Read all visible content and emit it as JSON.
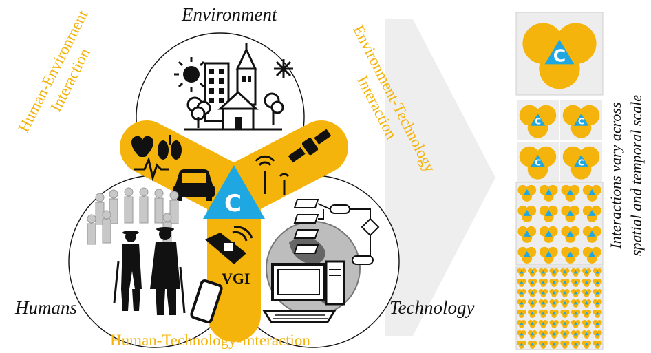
{
  "labels": {
    "environment": "Environment",
    "humans": "Humans",
    "technology": "Technology",
    "human_environment": "Human-Environment Interaction",
    "environment_technology": "Environment-Technology Interaction",
    "human_technology": "Human-Technology-Interaction",
    "vgi": "VGI",
    "center": "C",
    "scale_note": "Interactions vary across spatial and temporal scale"
  },
  "colors": {
    "accent": "#f5b40b",
    "center_triangle": "#1ea7e1",
    "panel_bg": "#ededed",
    "panel_border": "#cfcfcf",
    "arrow": "#eeeeee"
  },
  "icons": {
    "environment": [
      "sun-icon",
      "buildings-icon",
      "church-icon",
      "house-icon",
      "trees-icon",
      "snowflake-icon"
    ],
    "human_environment": [
      "heart-icon",
      "lungs-icon",
      "heartbeat-icon",
      "car-icon"
    ],
    "environment_technology": [
      "satellite-icon",
      "antenna-icon"
    ],
    "human_technology": [
      "smartwatch-icon",
      "smartphone-icon"
    ],
    "humans": [
      "crowd-icon",
      "elderly-couple-icon"
    ],
    "technology": [
      "globe-icon",
      "flowchart-icon",
      "computer-icon"
    ]
  },
  "scale_panels": [
    {
      "grid": 1
    },
    {
      "grid": 2
    },
    {
      "grid": 4
    },
    {
      "grid": 8
    }
  ]
}
